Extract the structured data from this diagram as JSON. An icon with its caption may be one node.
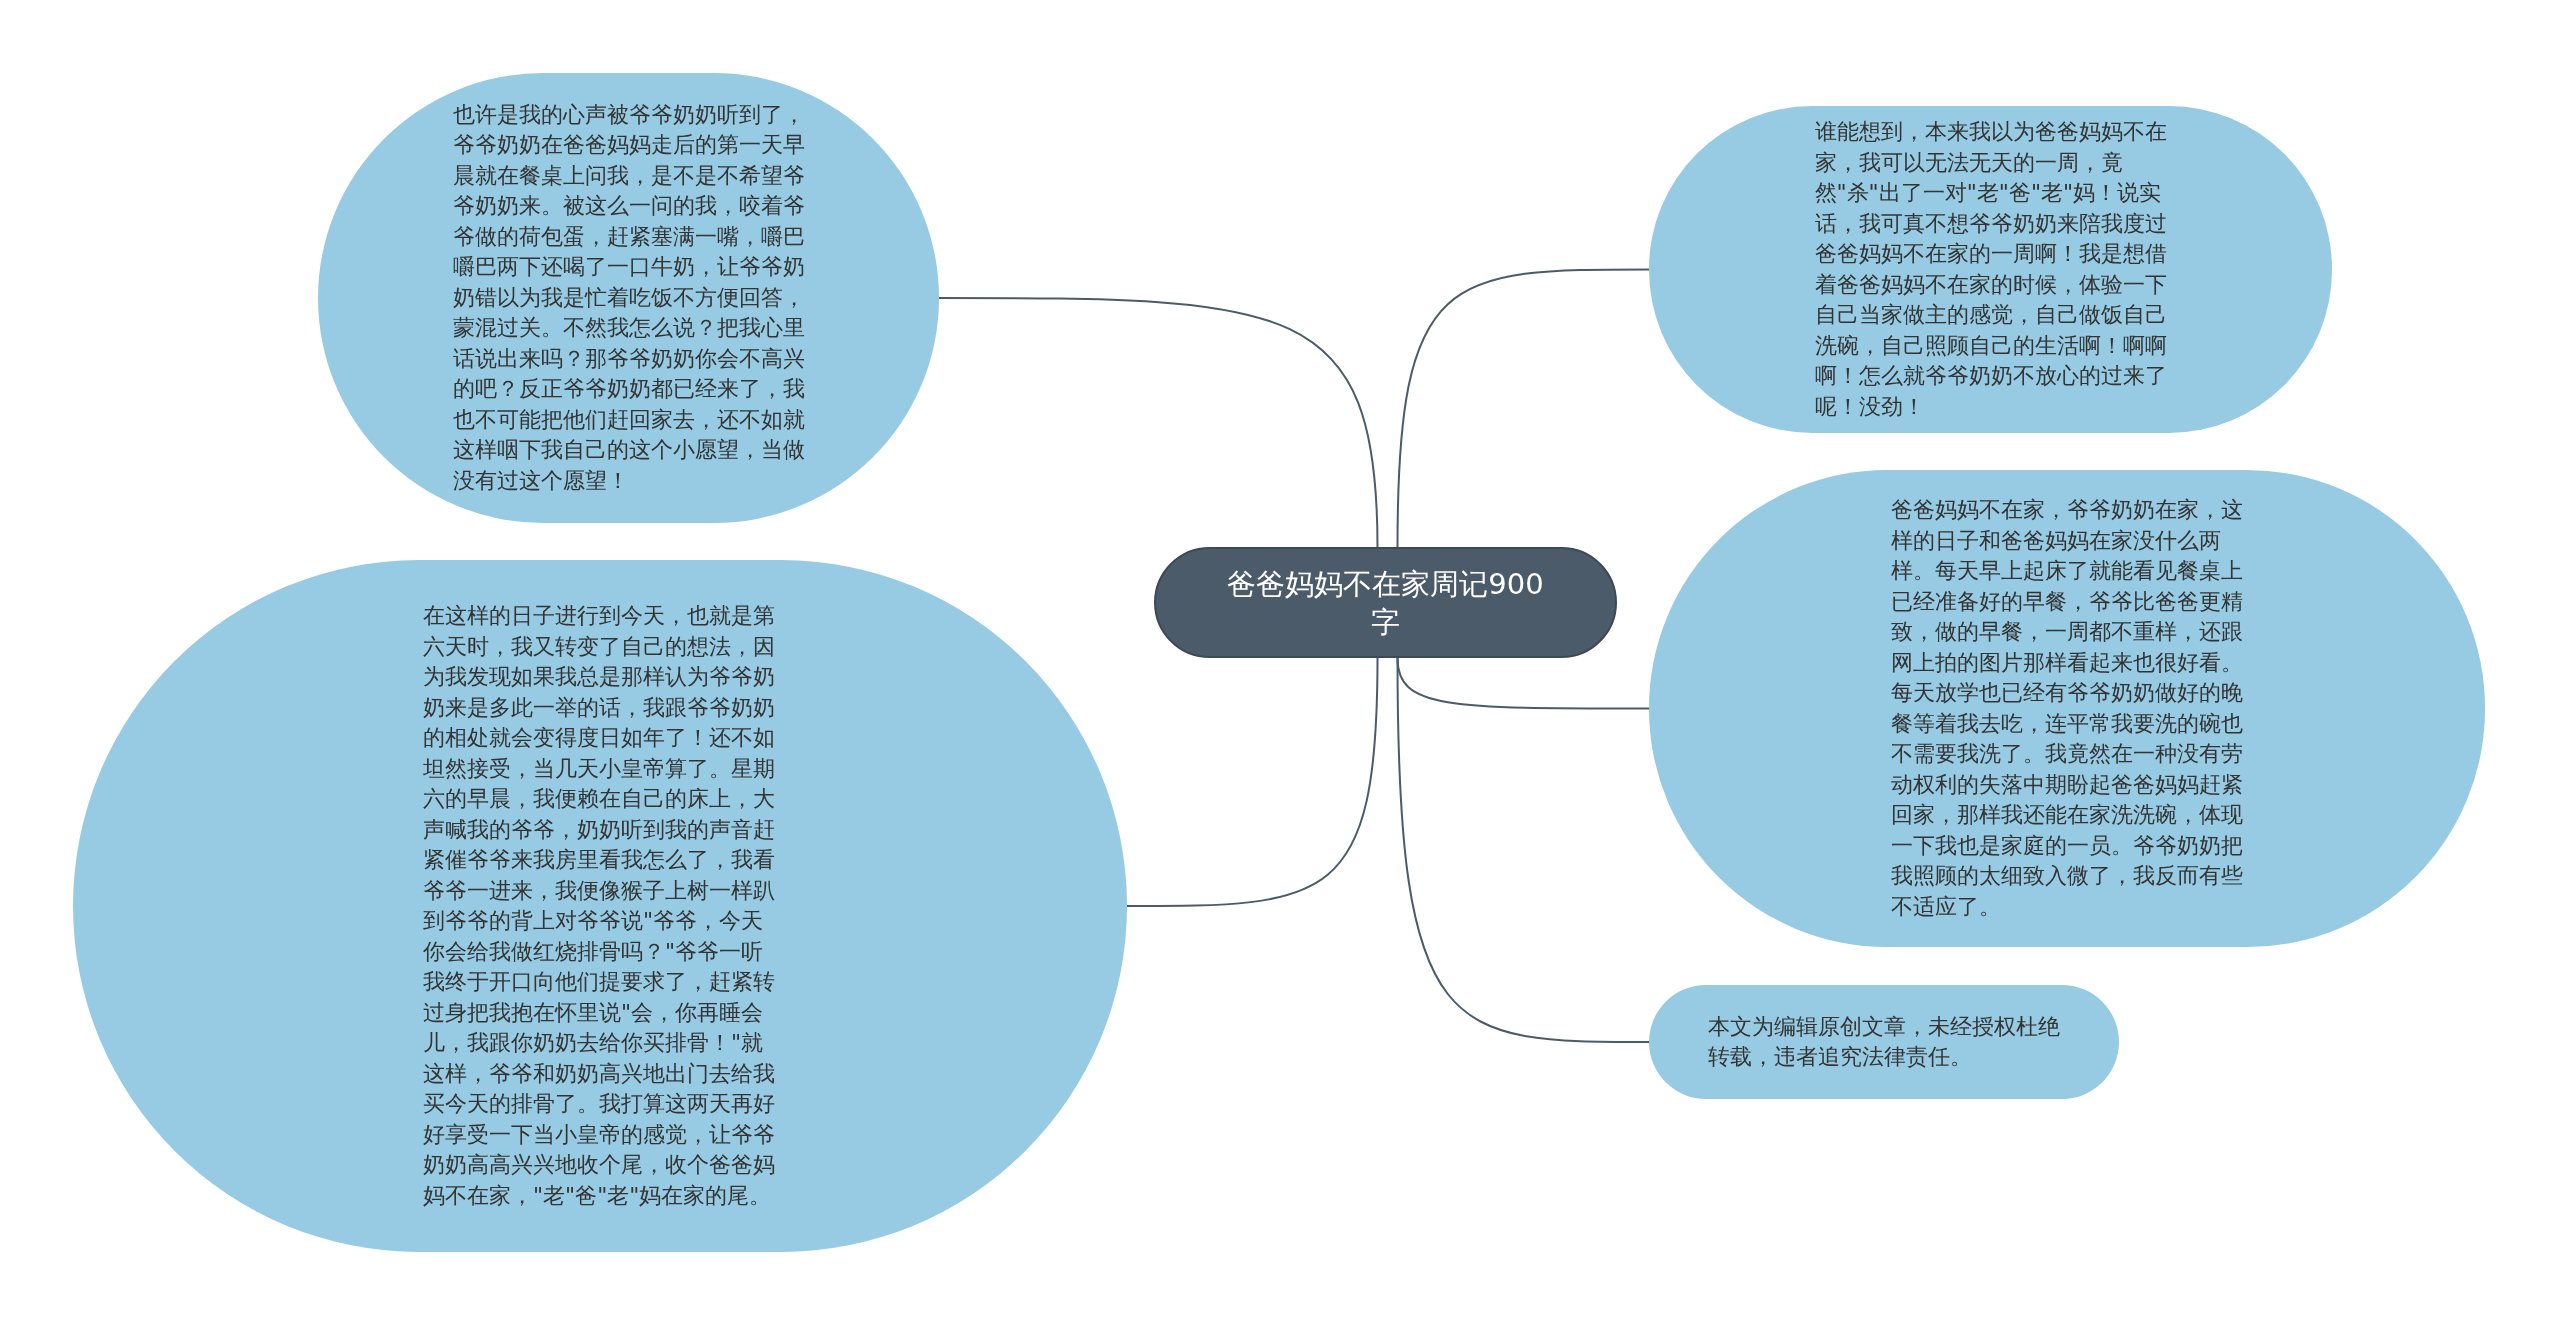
{
  "diagram": {
    "nodes": [
      {
        "text": [
          "爸爸妈妈不在家周记900字"
        ]
      },
      {
        "text": [
          "也许是我的心声被爷爷奶奶听到了，爷爷奶奶在爸爸妈妈走后的第一天早晨就在餐桌上问我，是不是不希望爷爷奶奶来。被这么一问的我，咬着爷爷做的荷包蛋，赶紧塞满一嘴，嚼巴嚼巴两下还喝了一口牛奶，让爷爷奶奶错以为我是忙着吃饭不方便回答，蒙混过关。不然我怎么说？把我心里话说出来吗？那爷爷奶奶你会不高兴的吧？反正爷爷奶奶都已经来了，我也不可能把他们赶回家去，还不如就这样咽下我自己的这个小愿望，当做没有过这个愿望！"
        ]
      },
      {
        "text": [
          "在这样的日子进行到今天，也就是第六天时，我又转变了自己的想法，因为我发现如果我总是那样认为爷爷奶奶来是多此一举的话，我跟爷爷奶奶的相处就会变得度日如年了！还不如坦然接受，当几天小皇帝算了。星期六的早晨，我便赖在自己的床上，大声喊我的爷爷，奶奶听到我的声音赶紧催爷爷来我房里看我怎么了，我看爷爷一进来，我便像猴子上树一样趴到爷爷的背上对爷爷说\"爷爷，今天你会给我做红烧排骨吗？\"爷爷一听我终于开口向他们提要求了，赶紧转过身把我抱在怀里说\"会，你再睡会儿，我跟你奶奶去给你买排骨！\"就这样，爷爷和奶奶高兴地出门去给我买今天的排骨了。我打算这两天再好好享受一下当小皇帝的感觉，让爷爷奶奶高高兴兴地收个尾，收个爸爸妈妈不在家，\"老\"爸\"老\"妈在家的尾。"
        ]
      },
      {
        "text": [
          "谁能想到，本来我以为爸爸妈妈不在家，我可以无法无天的一周，竟然\"杀\"出了一对\"老\"爸\"老\"妈！说实话，我可真不想爷爷奶奶来陪我度过爸爸妈妈不在家的一周啊！我是想借着爸爸妈妈不在家的时候，体验一下自己当家做主的感觉，自己做饭自己洗碗，自己照顾自己的生活啊！啊啊啊！怎么就爷爷奶奶不放心的过来了呢！没劲！"
        ]
      },
      {
        "text": [
          "爸爸妈妈不在家，爷爷奶奶在家，这样的日子和爸爸妈妈在家没什么两样。每天早上起床了就能看见餐桌上已经准备好的早餐，爷爷比爸爸更精致，做的早餐，一周都不重样，还跟网上拍的图片那样看起来也很好看。每天放学也已经有爷爷奶奶做好的晚餐等着我去吃，连平常我要洗的碗也不需要我洗了。我竟然在一种没有劳动权利的失落中期盼起爸爸妈妈赶紧回家，那样我还能在家洗洗碗，体现一下我也是家庭的一员。爷爷奶奶把我照顾的太细致入微了，我反而有些不适应了。"
        ]
      },
      {
        "text": [
          "本文为编辑原创文章，未经授权杜绝转载，违者追究法律责任。"
        ]
      }
    ],
    "edges": [
      {
        "from": 0,
        "to": 1,
        "arrow": "none"
      },
      {
        "from": 0,
        "to": 2,
        "arrow": "none"
      },
      {
        "from": 0,
        "to": 3,
        "arrow": "none"
      },
      {
        "from": 0,
        "to": 4,
        "arrow": "none"
      },
      {
        "from": 0,
        "to": 5,
        "arrow": "none"
      }
    ]
  }
}
